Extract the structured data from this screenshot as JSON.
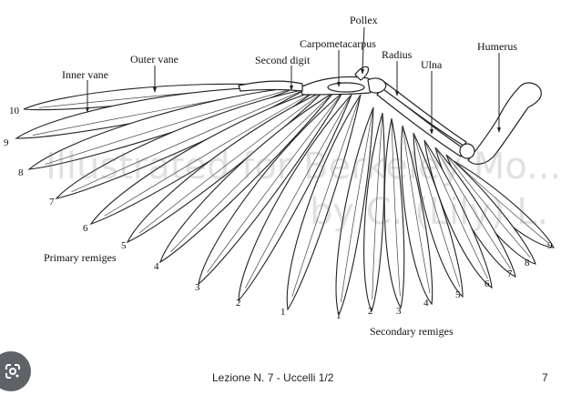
{
  "labels": {
    "pollex": "Pollex",
    "carpometacarpus": "Carpometacarpus",
    "radius": "Radius",
    "humerus": "Humerus",
    "outer_vane": "Outer vane",
    "second_digit": "Second digit",
    "ulna": "Ulna",
    "inner_vane": "Inner vane",
    "primary_remiges": "Primary remiges",
    "secondary_remiges": "Secondary remiges"
  },
  "primary_numbers": [
    "10",
    "9",
    "8",
    "7",
    "6",
    "5",
    "4",
    "3",
    "2",
    "1"
  ],
  "secondary_numbers": [
    "1",
    "2",
    "3",
    "4",
    "5",
    "6",
    "7",
    "8",
    "9"
  ],
  "watermark": {
    "line1": "Illustrated for Berkeley Mo...",
    "line2": "by C. (Lily) L."
  },
  "footer": {
    "caption": "Lezione N. 7 - Uccelli 1/2",
    "page_number": "7"
  },
  "icons": {
    "lens": "google-lens-icon"
  }
}
